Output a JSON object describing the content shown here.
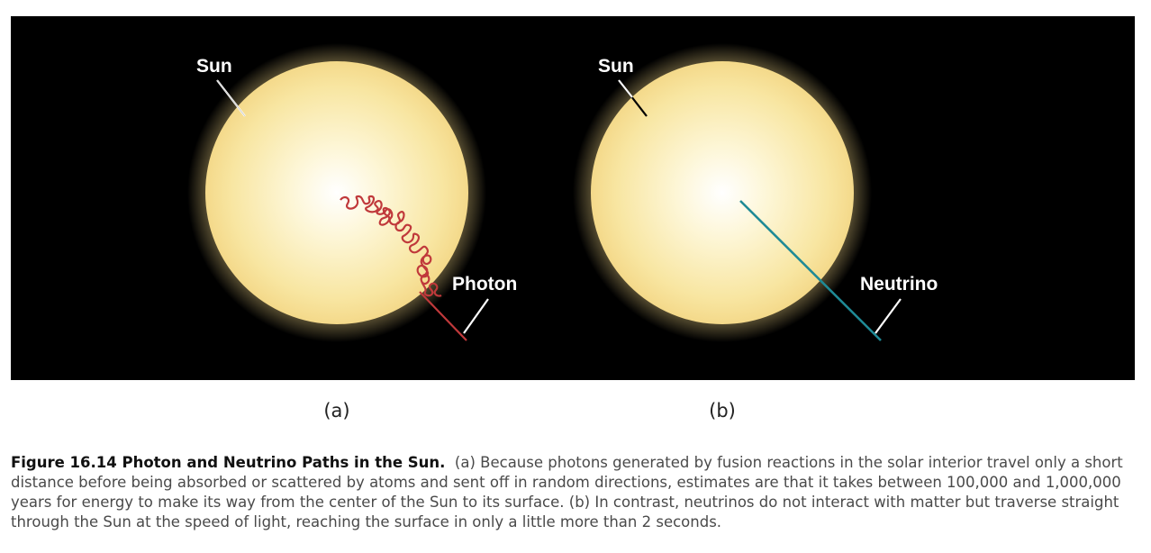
{
  "figure": {
    "panel_a": {
      "sun_label": "Sun",
      "particle_label": "Photon",
      "panel_label": "(a)",
      "path_color": "#c0393b"
    },
    "panel_b": {
      "sun_label": "Sun",
      "particle_label": "Neutrino",
      "panel_label": "(b)",
      "path_color": "#1f8a96"
    },
    "background_color": "#000000",
    "sun_color": "#f7e39a"
  },
  "caption": {
    "title": "Figure 16.14 Photon and Neutrino Paths in the Sun.",
    "text": "(a) Because photons generated by fusion reactions in the solar interior travel only a short distance before being absorbed or scattered by atoms and sent off in random directions, estimates are that it takes between 100,000 and 1,000,000 years for energy to make its way from the center of the Sun to its surface. (b) In contrast, neutrinos do not interact with matter but traverse straight through the Sun at the speed of light, reaching the surface in only a little more than 2 seconds."
  }
}
